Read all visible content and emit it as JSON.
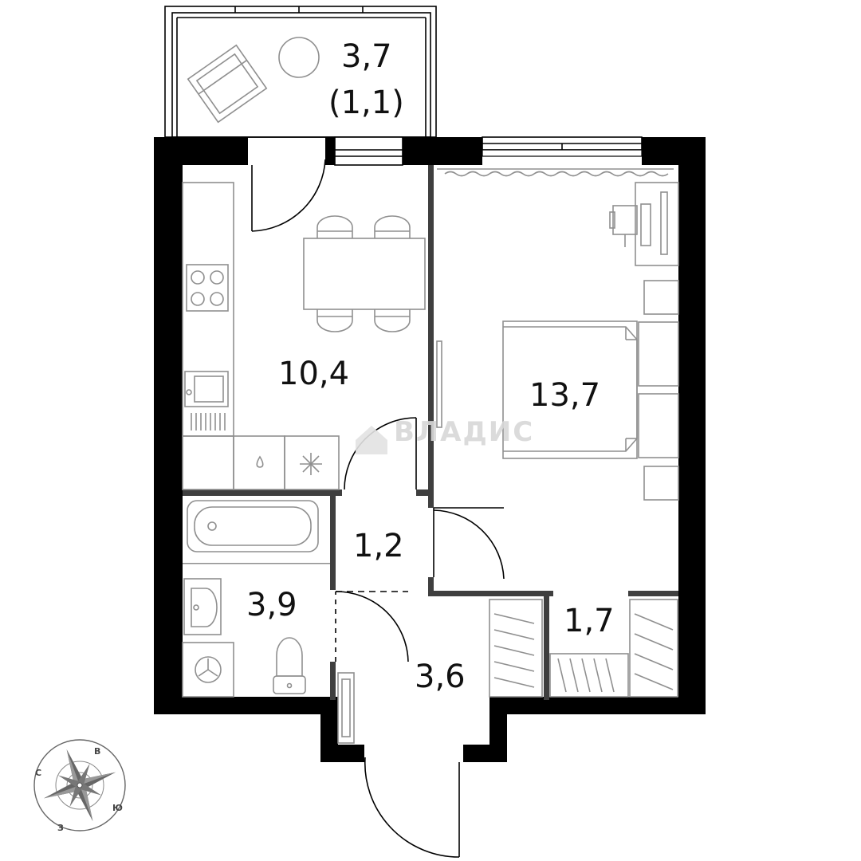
{
  "plan": {
    "rooms": [
      {
        "id": "balcony",
        "area": "3,7",
        "sub": "(1,1)"
      },
      {
        "id": "kitchen",
        "area": "10,4"
      },
      {
        "id": "bedroom",
        "area": "13,7"
      },
      {
        "id": "corridor",
        "area": "1,2"
      },
      {
        "id": "bathroom",
        "area": "3,9"
      },
      {
        "id": "hallway",
        "area": "3,6"
      },
      {
        "id": "wardrobe",
        "area": "1,7"
      }
    ],
    "watermark": "ВЛАДИС"
  },
  "compass": {
    "north": "С",
    "east": "В",
    "south": "Ю",
    "west": "З"
  }
}
